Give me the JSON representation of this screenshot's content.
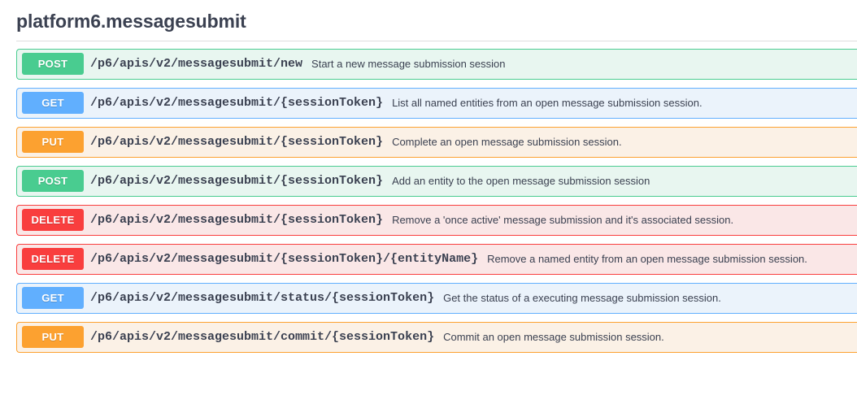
{
  "tag": {
    "title": "platform6.messagesubmit"
  },
  "operations": [
    {
      "method": "POST",
      "method_key": "post",
      "path": "/p6/apis/v2/messagesubmit/new",
      "description": "Start a new message submission session",
      "color": "#49cc90",
      "row_background": "#e8f6f0"
    },
    {
      "method": "GET",
      "method_key": "get",
      "path": "/p6/apis/v2/messagesubmit/{sessionToken}",
      "description": "List all named entities from an open message submission session.",
      "color": "#61affe",
      "row_background": "#ebf3fb"
    },
    {
      "method": "PUT",
      "method_key": "put",
      "path": "/p6/apis/v2/messagesubmit/{sessionToken}",
      "description": "Complete an open message submission session.",
      "color": "#fca130",
      "row_background": "#fbf1e6"
    },
    {
      "method": "POST",
      "method_key": "post",
      "path": "/p6/apis/v2/messagesubmit/{sessionToken}",
      "description": "Add an entity to the open message submission session",
      "color": "#49cc90",
      "row_background": "#e8f6f0"
    },
    {
      "method": "DELETE",
      "method_key": "delete",
      "path": "/p6/apis/v2/messagesubmit/{sessionToken}",
      "description": "Remove a 'once active' message submission and it's associated session.",
      "color": "#f93e3e",
      "row_background": "#fae7e7"
    },
    {
      "method": "DELETE",
      "method_key": "delete",
      "path": "/p6/apis/v2/messagesubmit/{sessionToken}/{entityName}",
      "description": "Remove a named entity from an open message submission session.",
      "color": "#f93e3e",
      "row_background": "#fae7e7"
    },
    {
      "method": "GET",
      "method_key": "get",
      "path": "/p6/apis/v2/messagesubmit/status/{sessionToken}",
      "description": "Get the status of a executing message submission session.",
      "color": "#61affe",
      "row_background": "#ebf3fb"
    },
    {
      "method": "PUT",
      "method_key": "put",
      "path": "/p6/apis/v2/messagesubmit/commit/{sessionToken}",
      "description": "Commit an open message submission session.",
      "color": "#fca130",
      "row_background": "#fbf1e6"
    }
  ]
}
